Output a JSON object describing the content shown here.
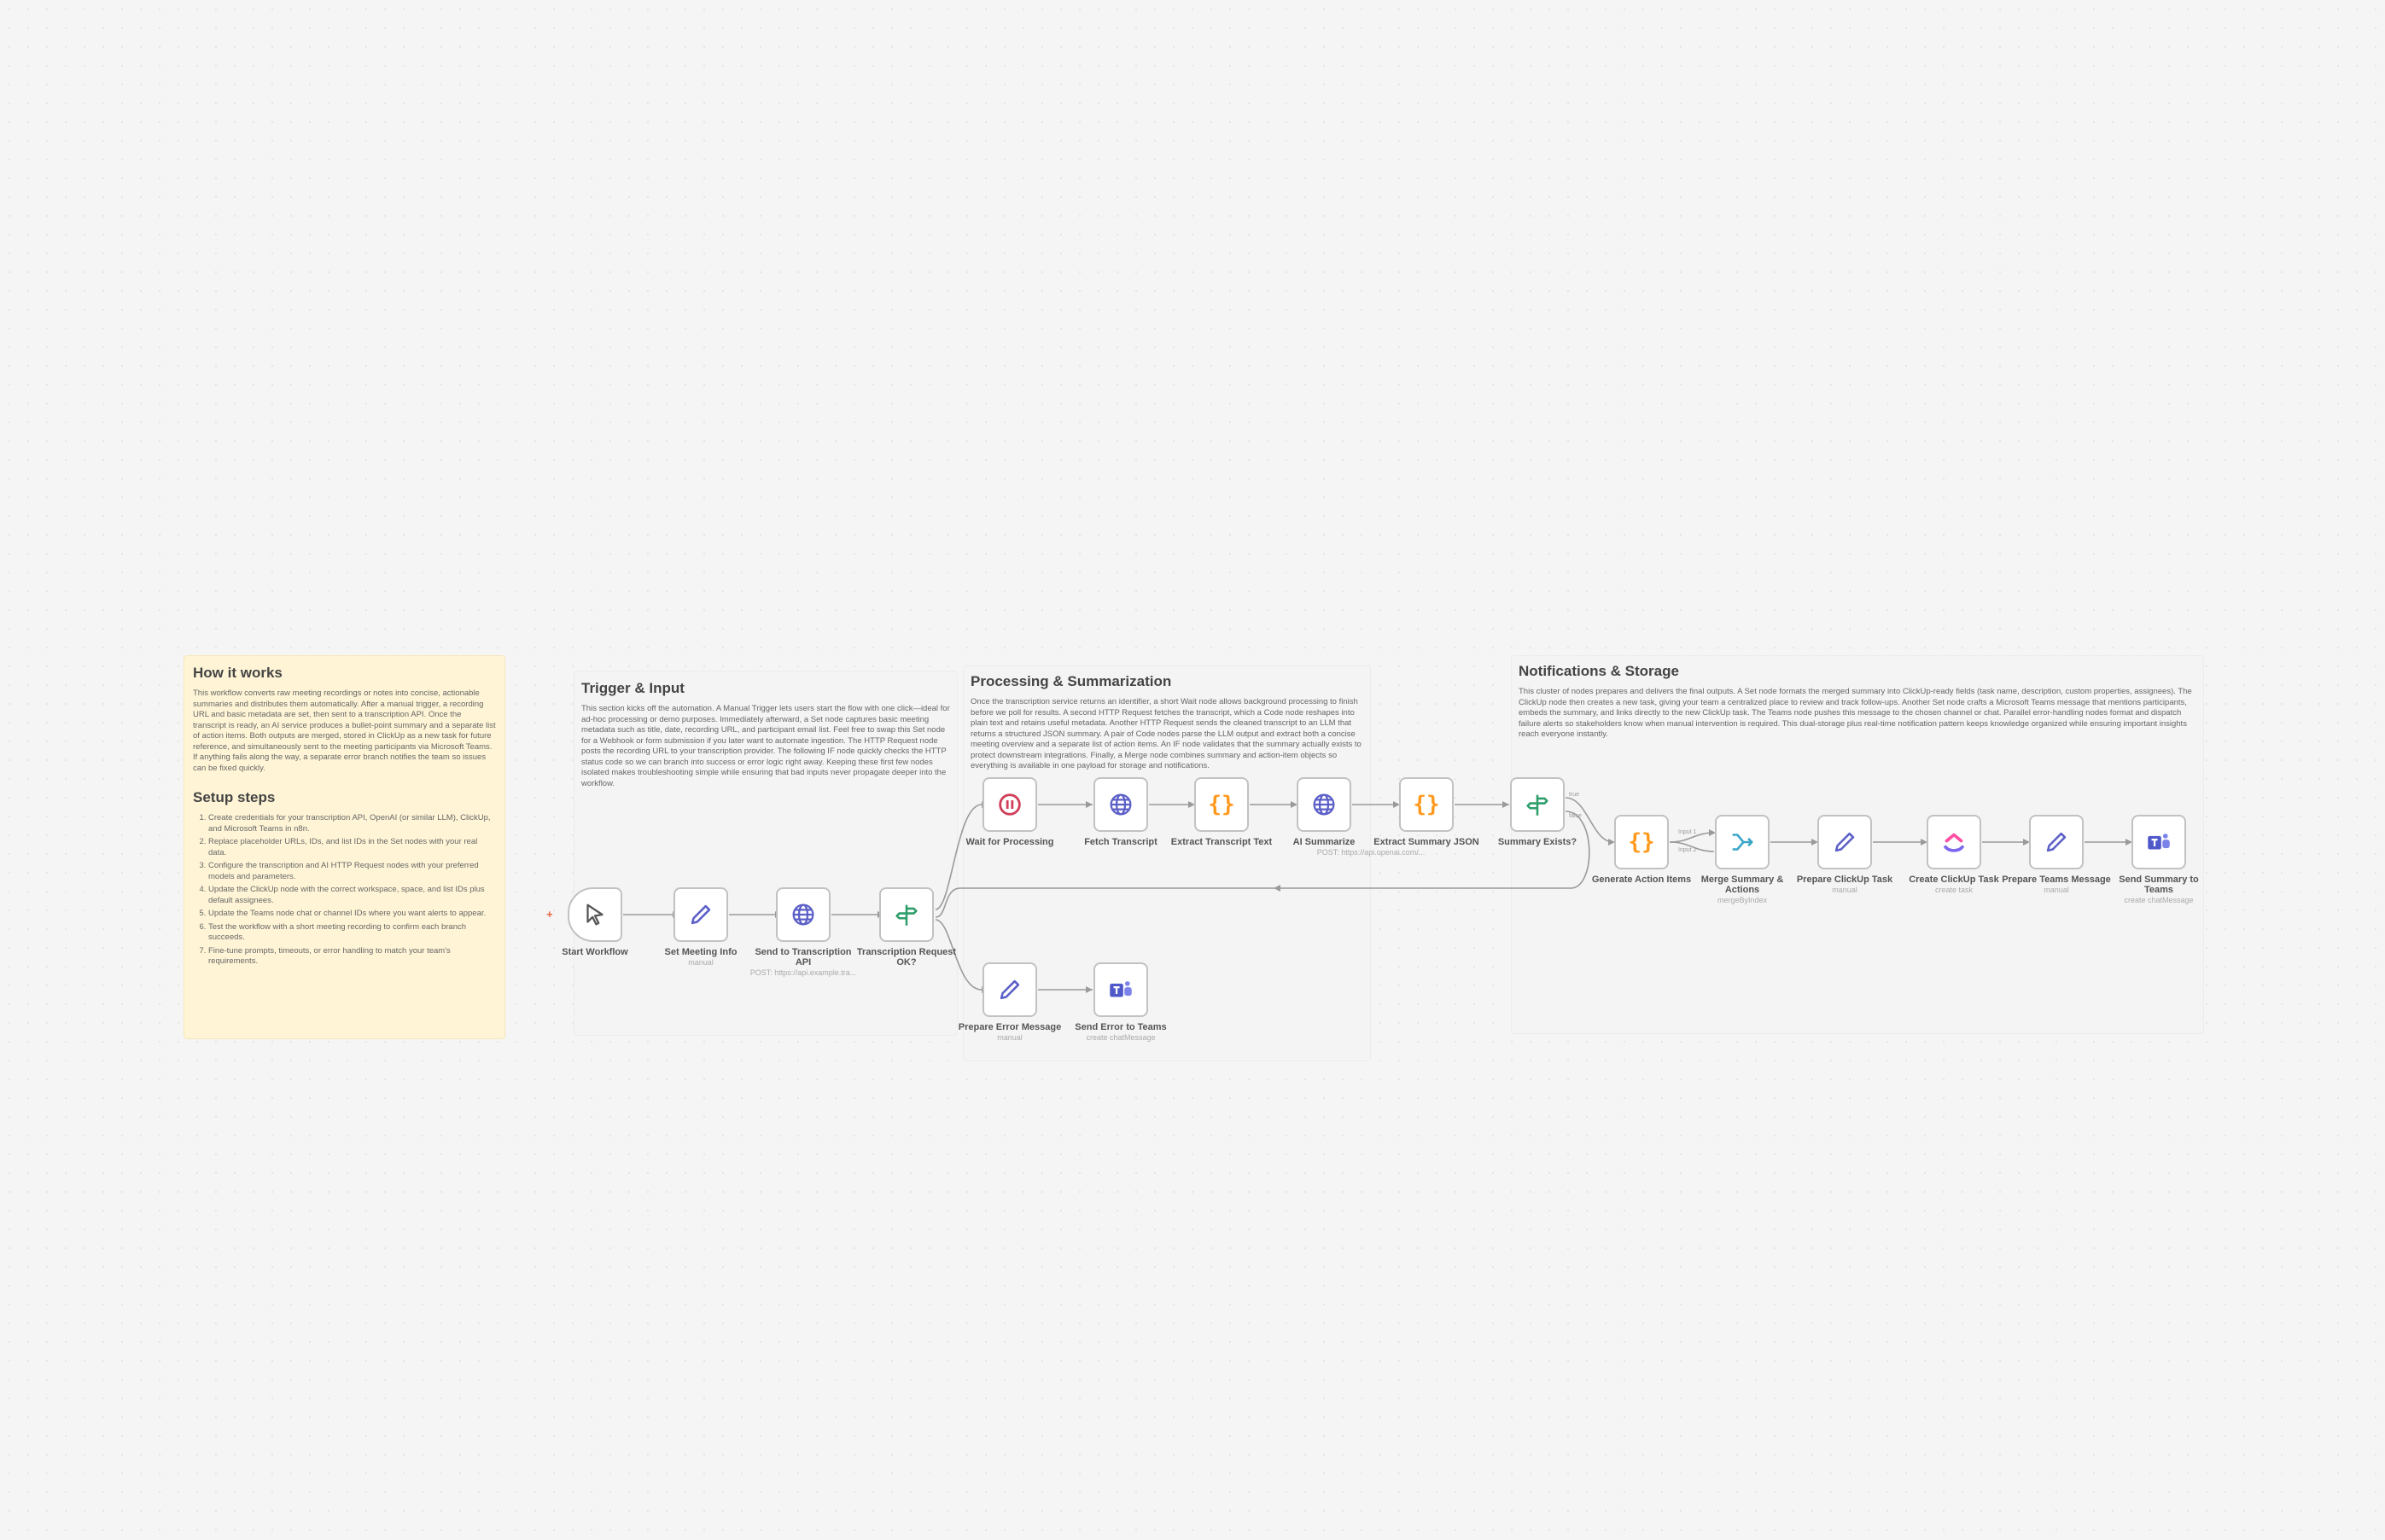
{
  "notes": {
    "how_it_works": {
      "title": "How it works",
      "body": "This workflow converts raw meeting recordings or notes into concise, actionable summaries and distributes them automatically. After a manual trigger, a recording URL and basic metadata are set, then sent to a transcription API. Once the transcript is ready, an AI service produces a bullet-point summary and a separate list of action items. Both outputs are merged, stored in ClickUp as a new task for future reference, and simultaneously sent to the meeting participants via Microsoft Teams. If anything fails along the way, a separate error branch notifies the team so issues can be fixed quickly.",
      "setup_title": "Setup steps",
      "setup_steps": [
        "Create credentials for your transcription API, OpenAI (or similar LLM), ClickUp, and Microsoft Teams in n8n.",
        "Replace placeholder URLs, IDs, and list IDs in the Set nodes with your real data.",
        "Configure the transcription and AI HTTP Request nodes with your preferred models and parameters.",
        "Update the ClickUp node with the correct workspace, space, and list IDs plus default assignees.",
        "Update the Teams node chat or channel IDs where you want alerts to appear.",
        "Test the workflow with a short meeting recording to confirm each branch succeeds.",
        "Fine-tune prompts, timeouts, or error handling to match your team's requirements."
      ]
    },
    "trigger_input": {
      "title": "Trigger & Input",
      "body": "This section kicks off the automation. A Manual Trigger lets users start the flow with one click—ideal for ad-hoc processing or demo purposes. Immediately afterward, a Set node captures basic meeting metadata such as title, date, recording URL, and participant email list. Feel free to swap this Set node for a Webhook or form submission if you later want to automate ingestion. The HTTP Request node posts the recording URL to your transcription provider. The following IF node quickly checks the HTTP status code so we can branch into success or error logic right away. Keeping these first few nodes isolated makes troubleshooting simple while ensuring that bad inputs never propagate deeper into the workflow."
    },
    "processing": {
      "title": "Processing & Summarization",
      "body": "Once the transcription service returns an identifier, a short Wait node allows background processing to finish before we poll for results. A second HTTP Request fetches the transcript, which a Code node reshapes into plain text and retains useful metadata. Another HTTP Request sends the cleaned transcript to an LLM that returns a structured JSON summary. A pair of Code nodes parse the LLM output and extract both a concise meeting overview and a separate list of action items. An IF node validates that the summary actually exists to protect downstream integrations. Finally, a Merge node combines summary and action-item objects so everything is available in one payload for storage and notifications."
    },
    "notifications": {
      "title": "Notifications & Storage",
      "body": "This cluster of nodes prepares and delivers the final outputs. A Set node formats the merged summary into ClickUp-ready fields (task name, description, custom properties, assignees). The ClickUp node then creates a new task, giving your team a centralized place to review and track follow-ups. Another Set node crafts a Microsoft Teams message that mentions participants, embeds the summary, and links directly to the new ClickUp task. The Teams node pushes this message to the chosen channel or chat. Parallel error-handling nodes format and dispatch failure alerts so stakeholders know when manual intervention is required. This dual-storage plus real-time notification pattern keeps knowledge organized while ensuring important insights reach everyone instantly."
    }
  },
  "nodes": {
    "start": {
      "label": "Start Workflow",
      "sub": "",
      "icon": "cursor-icon"
    },
    "set_meeting": {
      "label": "Set Meeting Info",
      "sub": "manual",
      "icon": "pencil-icon"
    },
    "send_transcription": {
      "label": "Send to Transcription API",
      "sub": "POST: https://api.example.tra...",
      "icon": "globe-icon"
    },
    "transcription_ok": {
      "label": "Transcription Request OK?",
      "sub": "",
      "icon": "branch-icon"
    },
    "wait": {
      "label": "Wait for Processing",
      "sub": "",
      "icon": "pause-icon"
    },
    "fetch": {
      "label": "Fetch Transcript",
      "sub": "",
      "icon": "globe-icon"
    },
    "extract_text": {
      "label": "Extract Transcript Text",
      "sub": "",
      "icon": "braces-icon"
    },
    "ai_summarize": {
      "label": "AI Summarize",
      "sub": "POST: https://api.openai.com/...",
      "icon": "globe-icon"
    },
    "extract_json": {
      "label": "Extract Summary JSON",
      "sub": "",
      "icon": "braces-icon"
    },
    "summary_exists": {
      "label": "Summary Exists?",
      "sub": "",
      "icon": "branch-icon"
    },
    "gen_actions": {
      "label": "Generate Action Items",
      "sub": "",
      "icon": "braces-icon"
    },
    "merge": {
      "label": "Merge Summary & Actions",
      "sub": "mergeByIndex",
      "icon": "merge-icon"
    },
    "prep_clickup": {
      "label": "Prepare ClickUp Task",
      "sub": "manual",
      "icon": "pencil-icon"
    },
    "create_clickup": {
      "label": "Create ClickUp Task",
      "sub": "create task",
      "icon": "clickup-icon"
    },
    "prep_teams": {
      "label": "Prepare Teams Message",
      "sub": "manual",
      "icon": "pencil-icon"
    },
    "send_teams": {
      "label": "Send Summary to Teams",
      "sub": "create chatMessage",
      "icon": "teams-icon"
    },
    "prep_error": {
      "label": "Prepare Error Message",
      "sub": "manual",
      "icon": "pencil-icon"
    },
    "send_error": {
      "label": "Send Error to Teams",
      "sub": "create chatMessage",
      "icon": "teams-icon"
    }
  },
  "branch_labels": {
    "true": "true",
    "false": "false",
    "input1": "Input 1",
    "input2": "Input 2"
  },
  "colors": {
    "brand_accent": "#ff6d5a",
    "globe": "#5b5fc7",
    "braces": "#ff9a1f",
    "pause": "#d1405a",
    "branch": "#2e9e6a",
    "teams": "#5059c9"
  }
}
